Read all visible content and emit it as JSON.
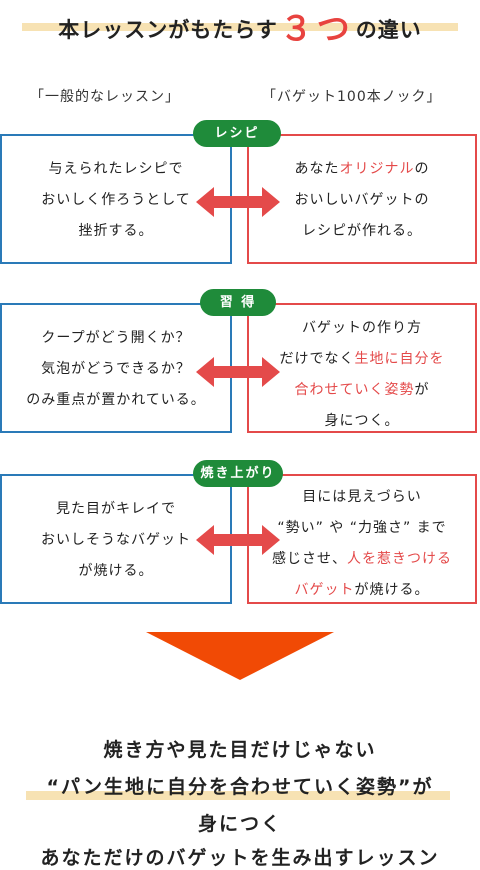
{
  "title": {
    "before": "本レッスンがもたらす",
    "number": "３つ",
    "after": "の違い"
  },
  "columns": {
    "left": "「一般的なレッスン」",
    "right": "「バゲット100本ノック」"
  },
  "sections": [
    {
      "label": "レシピ",
      "left": [
        "与えられたレシピで",
        "おいしく作ろうとして",
        "挫折する。"
      ],
      "right": {
        "l1_pre": "あなた",
        "l1_red": "オリジナル",
        "l1_post": "の",
        "l2": "おいしいバゲットの",
        "l3": "レシピが作れる。"
      }
    },
    {
      "label": "習 得",
      "left": [
        "クープがどう開くか？",
        "気泡がどうできるか？",
        "のみ重点が置かれている。"
      ],
      "right": {
        "l1": "バゲットの作り方",
        "l2_pre": "だけでなく",
        "l2_red": "生地に自分を",
        "l3_red": "合わせていく姿勢",
        "l3_post": "が",
        "l4": "身につく。"
      }
    },
    {
      "label": "焼き上がり",
      "left": [
        "見た目がキレイで",
        "おいしそうなバゲット",
        "が焼ける。"
      ],
      "right": {
        "l1": "目には見えづらい",
        "l2": "“勢い” や “力強さ” まで",
        "l3_pre": "感じさせ、",
        "l3_red": "人を惹きつける",
        "l4_red": "バゲット",
        "l4_post": "が焼ける。"
      }
    }
  ],
  "conclusion": [
    "焼き方や見た目だけじゃない",
    "“パン生地に自分を合わせていく姿勢”が",
    "身につく",
    "あなただけのバゲットを生み出すレッスン"
  ],
  "colors": {
    "blue": "#2a7ab8",
    "red": "#e44a4a",
    "green": "#1f8b3a",
    "orange": "#f14a05",
    "highlight": "#f7e2b3"
  }
}
